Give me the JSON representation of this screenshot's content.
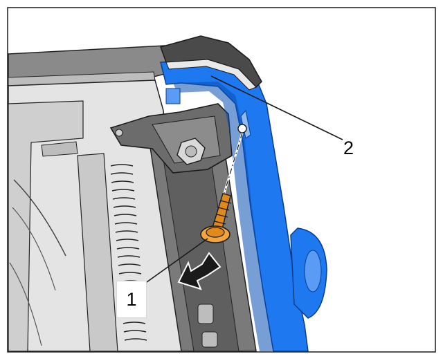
{
  "callouts": [
    {
      "number": "1",
      "part": "screw"
    },
    {
      "number": "2",
      "part": "trim-panel"
    }
  ],
  "colors": {
    "highlight_part": "#1e78f0",
    "highlight_dark": "#0a4fb4",
    "screw": "#e08a1c",
    "housing": "#d7d7d7",
    "housing_dark": "#6e6e6e",
    "outline": "#222222",
    "background": "#ffffff"
  },
  "icons": {
    "removal_direction": "arrow-down-left-icon"
  }
}
